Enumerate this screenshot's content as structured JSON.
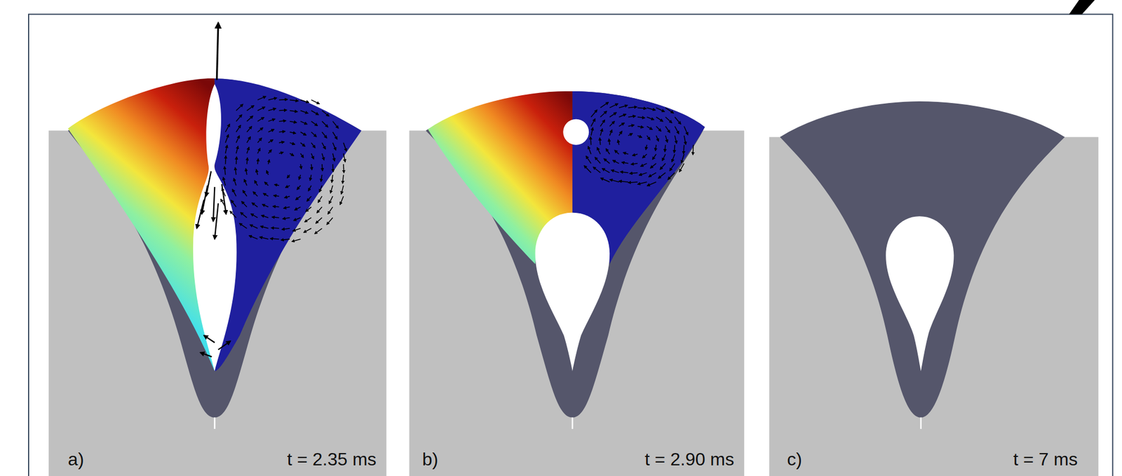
{
  "diagram": {
    "labels": [
      "a)",
      "t = 2.35 ms",
      "b)",
      "t = 2.90 ms",
      "c)",
      "t = 7 ms"
    ]
  }
}
